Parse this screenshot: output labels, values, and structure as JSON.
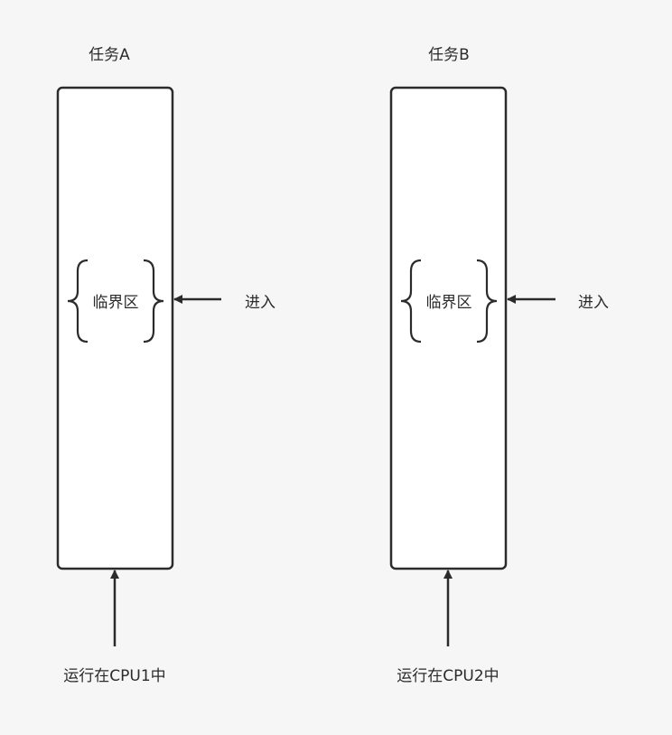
{
  "diagram": {
    "tasks": [
      {
        "title": "任务A",
        "critical_section": "临界区",
        "enter_label": "进入",
        "cpu_label": "运行在CPU1中"
      },
      {
        "title": "任务B",
        "critical_section": "临界区",
        "enter_label": "进入",
        "cpu_label": "运行在CPU2中"
      }
    ],
    "colors": {
      "background": "#f6f6f6",
      "box_fill": "#ffffff",
      "stroke": "#2b2b2b"
    }
  }
}
